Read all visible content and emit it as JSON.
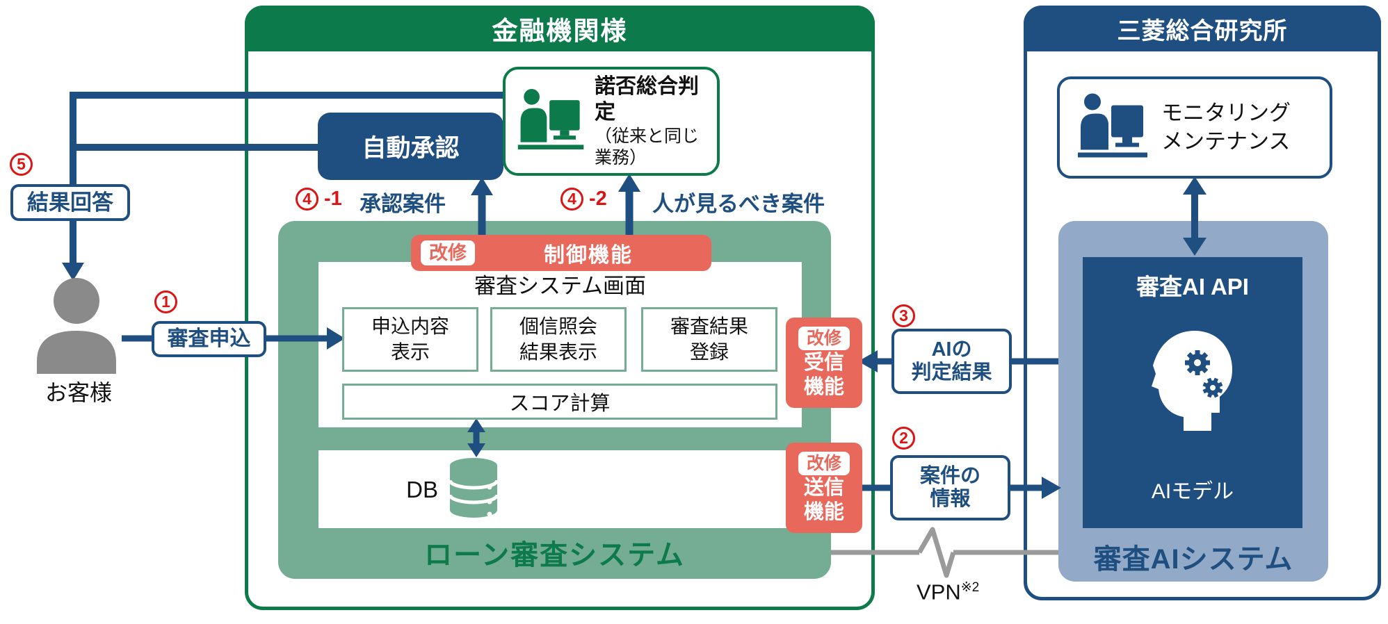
{
  "customer": {
    "label": "お客様"
  },
  "flows": {
    "f1": {
      "num": "1",
      "label": "審査申込"
    },
    "f2": {
      "num": "2",
      "line1": "案件の",
      "line2": "情報"
    },
    "f3": {
      "num": "3",
      "line1": "AIの",
      "line2": "判定結果"
    },
    "f4_1": {
      "num": "4",
      "suffix": "-1",
      "label": "承認案件"
    },
    "f4_2": {
      "num": "4",
      "suffix": "-2",
      "label": "人が見るべき案件"
    },
    "f5": {
      "num": "5",
      "label": "結果回答"
    }
  },
  "fi": {
    "title": "金融機関様",
    "auto_approval": "自動承認",
    "judgment": {
      "title": "諾否総合判定",
      "subtitle": "（従来と同じ業務）"
    },
    "loan_system": {
      "label": "ローン審査システム",
      "control": {
        "badge": "改修",
        "label": "制御機能"
      },
      "screen": {
        "title": "審査システム画面",
        "boxes": [
          {
            "line1": "申込内容",
            "line2": "表示"
          },
          {
            "line1": "個信照会",
            "line2": "結果表示"
          },
          {
            "line1": "審査結果",
            "line2": "登録"
          }
        ],
        "score": "スコア計算"
      },
      "db": "DB",
      "receive": {
        "badge": "改修",
        "line1": "受信",
        "line2": "機能"
      },
      "send": {
        "badge": "改修",
        "line1": "送信",
        "line2": "機能"
      }
    }
  },
  "mri": {
    "title": "三菱総合研究所",
    "monitoring": {
      "line1": "モニタリング",
      "line2": "メンテナンス"
    },
    "ai_system": {
      "label": "審査AIシステム",
      "api": "審査AI API",
      "model": "AIモデル"
    }
  },
  "vpn": {
    "label": "VPN",
    "note": "※2"
  },
  "colors": {
    "green_dark": "#0d7a4b",
    "green_mid": "#74ad93",
    "blue_dark": "#1f4e80",
    "blue_steel": "#92a9c7",
    "salmon": "#e8695c",
    "red": "#dd1414",
    "gray_person": "#8a8a8a",
    "gray_vpn": "#9a9a9a"
  },
  "icons": [
    "person-icon",
    "person-at-computer-icon",
    "database-icon",
    "ai-head-gears-icon"
  ]
}
